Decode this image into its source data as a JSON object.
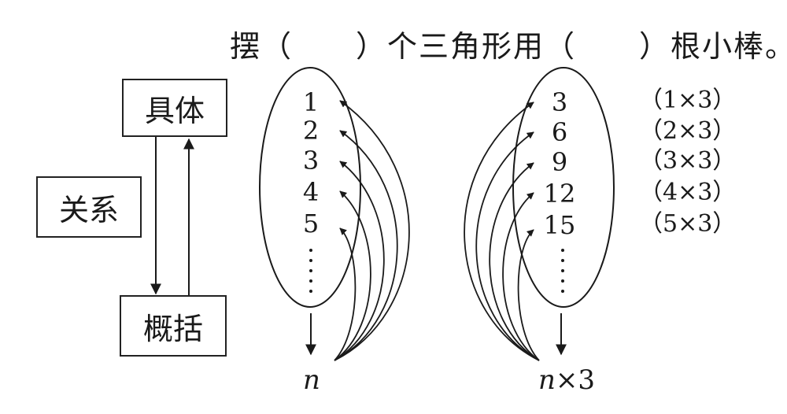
{
  "heading": "摆（　　）个三角形用（　　）根小棒。",
  "boxes": {
    "top": "具体",
    "middle": "关系",
    "bottom": "概括"
  },
  "left_column": [
    "1",
    "2",
    "3",
    "4",
    "5"
  ],
  "right_column": [
    "3",
    "6",
    "9",
    "12",
    "15"
  ],
  "right_labels": [
    "（1×3）",
    "（2×3）",
    "（3×3）",
    "（4×3）",
    "（5×3）"
  ],
  "left_variable": "n",
  "right_variable": {
    "var": "n",
    "suffix": "×3"
  }
}
